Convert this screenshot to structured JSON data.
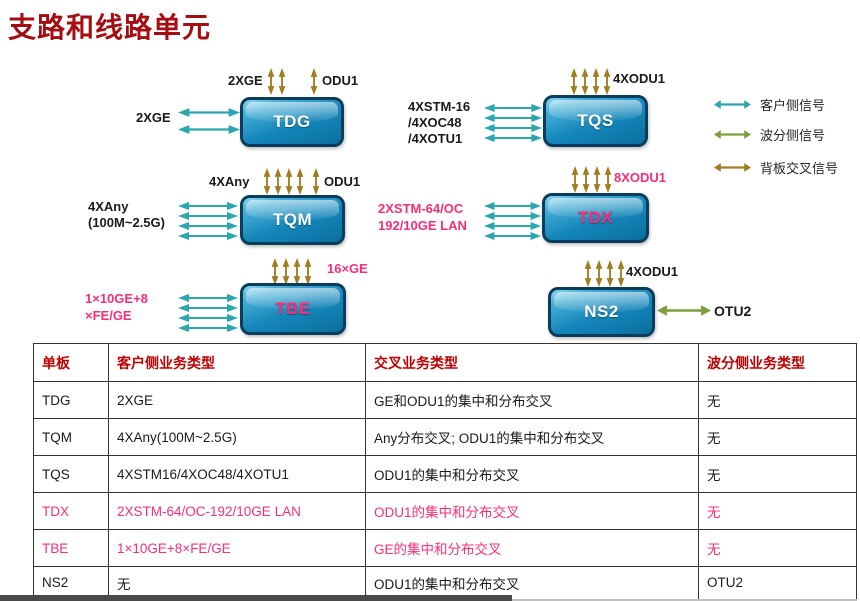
{
  "title": "支路和线路单元",
  "colors": {
    "title_red": "#A50D12",
    "table_header_red": "#C00000",
    "pink": "#FB2D77",
    "client_teal": "#2AA8AD",
    "wdm_green": "#7CA03C",
    "backplane_brown": "#A07D1E",
    "box_blue": "#1486BA",
    "box_border": "#0A3D5C"
  },
  "legend": {
    "client": "客户侧信号",
    "wdm": "波分侧信号",
    "backplane": "背板交叉信号"
  },
  "boards": {
    "tdg": {
      "name": "TDG",
      "top_label1": "2XGE",
      "top_label2": "ODU1",
      "left_label": "2XGE"
    },
    "tqs": {
      "name": "TQS",
      "top_label": "4XODU1",
      "left_lines": [
        "4XSTM-16",
        "/4XOC48",
        "/4XOTU1"
      ]
    },
    "tqm": {
      "name": "TQM",
      "top_label1": "4XAny",
      "top_label2": "ODU1",
      "left_lines": [
        "4XAny",
        "(100M~2.5G)"
      ]
    },
    "tdx": {
      "name": "TDX",
      "top_label": "8XODU1",
      "left_lines": [
        "2XSTM-64/OC",
        "192/10GE LAN"
      ]
    },
    "tbe": {
      "name": "TBE",
      "top_label": "16×GE",
      "left_lines": [
        "1×10GE+8",
        "×FE/GE"
      ]
    },
    "ns2": {
      "name": "NS2",
      "top_label": "4XODU1",
      "right_label": "OTU2"
    }
  },
  "table": {
    "headers": [
      "单板",
      "客户侧业务类型",
      "交叉业务类型",
      "波分侧业务类型"
    ],
    "rows": [
      {
        "board": "TDG",
        "client": "2XGE",
        "cross": "GE和ODU1的集中和分布交叉",
        "wdm": "无",
        "highlight": false
      },
      {
        "board": "TQM",
        "client": "4XAny(100M~2.5G)",
        "cross": "Any分布交叉; ODU1的集中和分布交叉",
        "wdm": "无",
        "highlight": false
      },
      {
        "board": "TQS",
        "client": "4XSTM16/4XOC48/4XOTU1",
        "cross": "ODU1的集中和分布交叉",
        "wdm": "无",
        "highlight": false
      },
      {
        "board": "TDX",
        "client": "2XSTM-64/OC-192/10GE LAN",
        "cross": "ODU1的集中和分布交叉",
        "wdm": "无",
        "highlight": true
      },
      {
        "board": "TBE",
        "client": "1×10GE+8×FE/GE",
        "cross": "GE的集中和分布交叉",
        "wdm": "无",
        "highlight": true
      },
      {
        "board": "NS2",
        "client": "无",
        "cross": "ODU1的集中和分布交叉",
        "wdm": "OTU2",
        "highlight": false
      }
    ]
  }
}
